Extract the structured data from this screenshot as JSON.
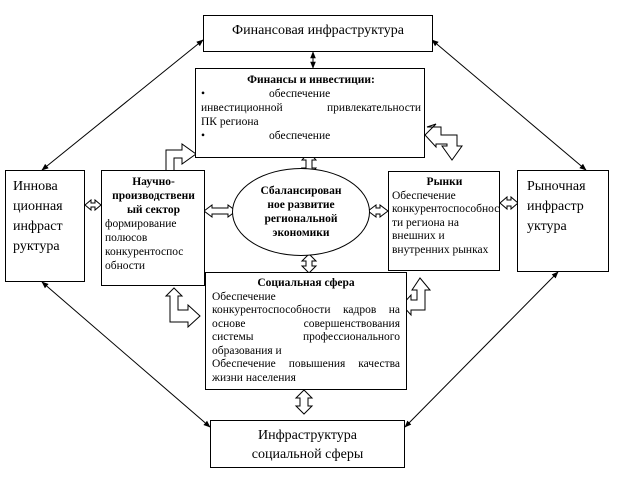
{
  "infra_fin": {
    "title": "Финансовая инфраструктура"
  },
  "finance": {
    "title": "Финансы и инвестиции:",
    "bullet1_head": "обеспечение",
    "bullet1_line2": "инвестиционной привлекательности",
    "bullet1_line3": "ПК региона",
    "bullet2": "обеспечение",
    "bullet_char": "•"
  },
  "innov": {
    "lines": [
      "Иннова",
      "ционная",
      "инфраст",
      "руктура"
    ]
  },
  "science": {
    "title_lines": [
      "Научно-",
      "производствени",
      "ый сектор"
    ],
    "text_lines": [
      "формирование",
      "полюсов",
      "конкурентоспос",
      "обности"
    ]
  },
  "center": {
    "lines": [
      "Сбалансирован",
      "ное развитие",
      "региональной",
      "экономики"
    ]
  },
  "markets": {
    "title": "Рынки",
    "text_lines": [
      "Обеспечение",
      "конкурентоспособнос",
      "ти региона на",
      "внешних и",
      "внутренних рынках"
    ]
  },
  "infra_market": {
    "lines": [
      "Рыночная",
      "инфрастр",
      "уктура"
    ]
  },
  "social": {
    "title": "Социальная сфера",
    "lines": [
      "Обеспечение",
      "конкурентоспособности кадров на",
      "основе совершенствования",
      "системы профессионального",
      "образования и",
      "Обеспечение повышения качества",
      "жизни населения"
    ]
  },
  "infra_social": {
    "lines": [
      "Инфраструктура",
      "социальной сферы"
    ]
  },
  "colors": {
    "line": "#000000",
    "background": "#ffffff"
  }
}
